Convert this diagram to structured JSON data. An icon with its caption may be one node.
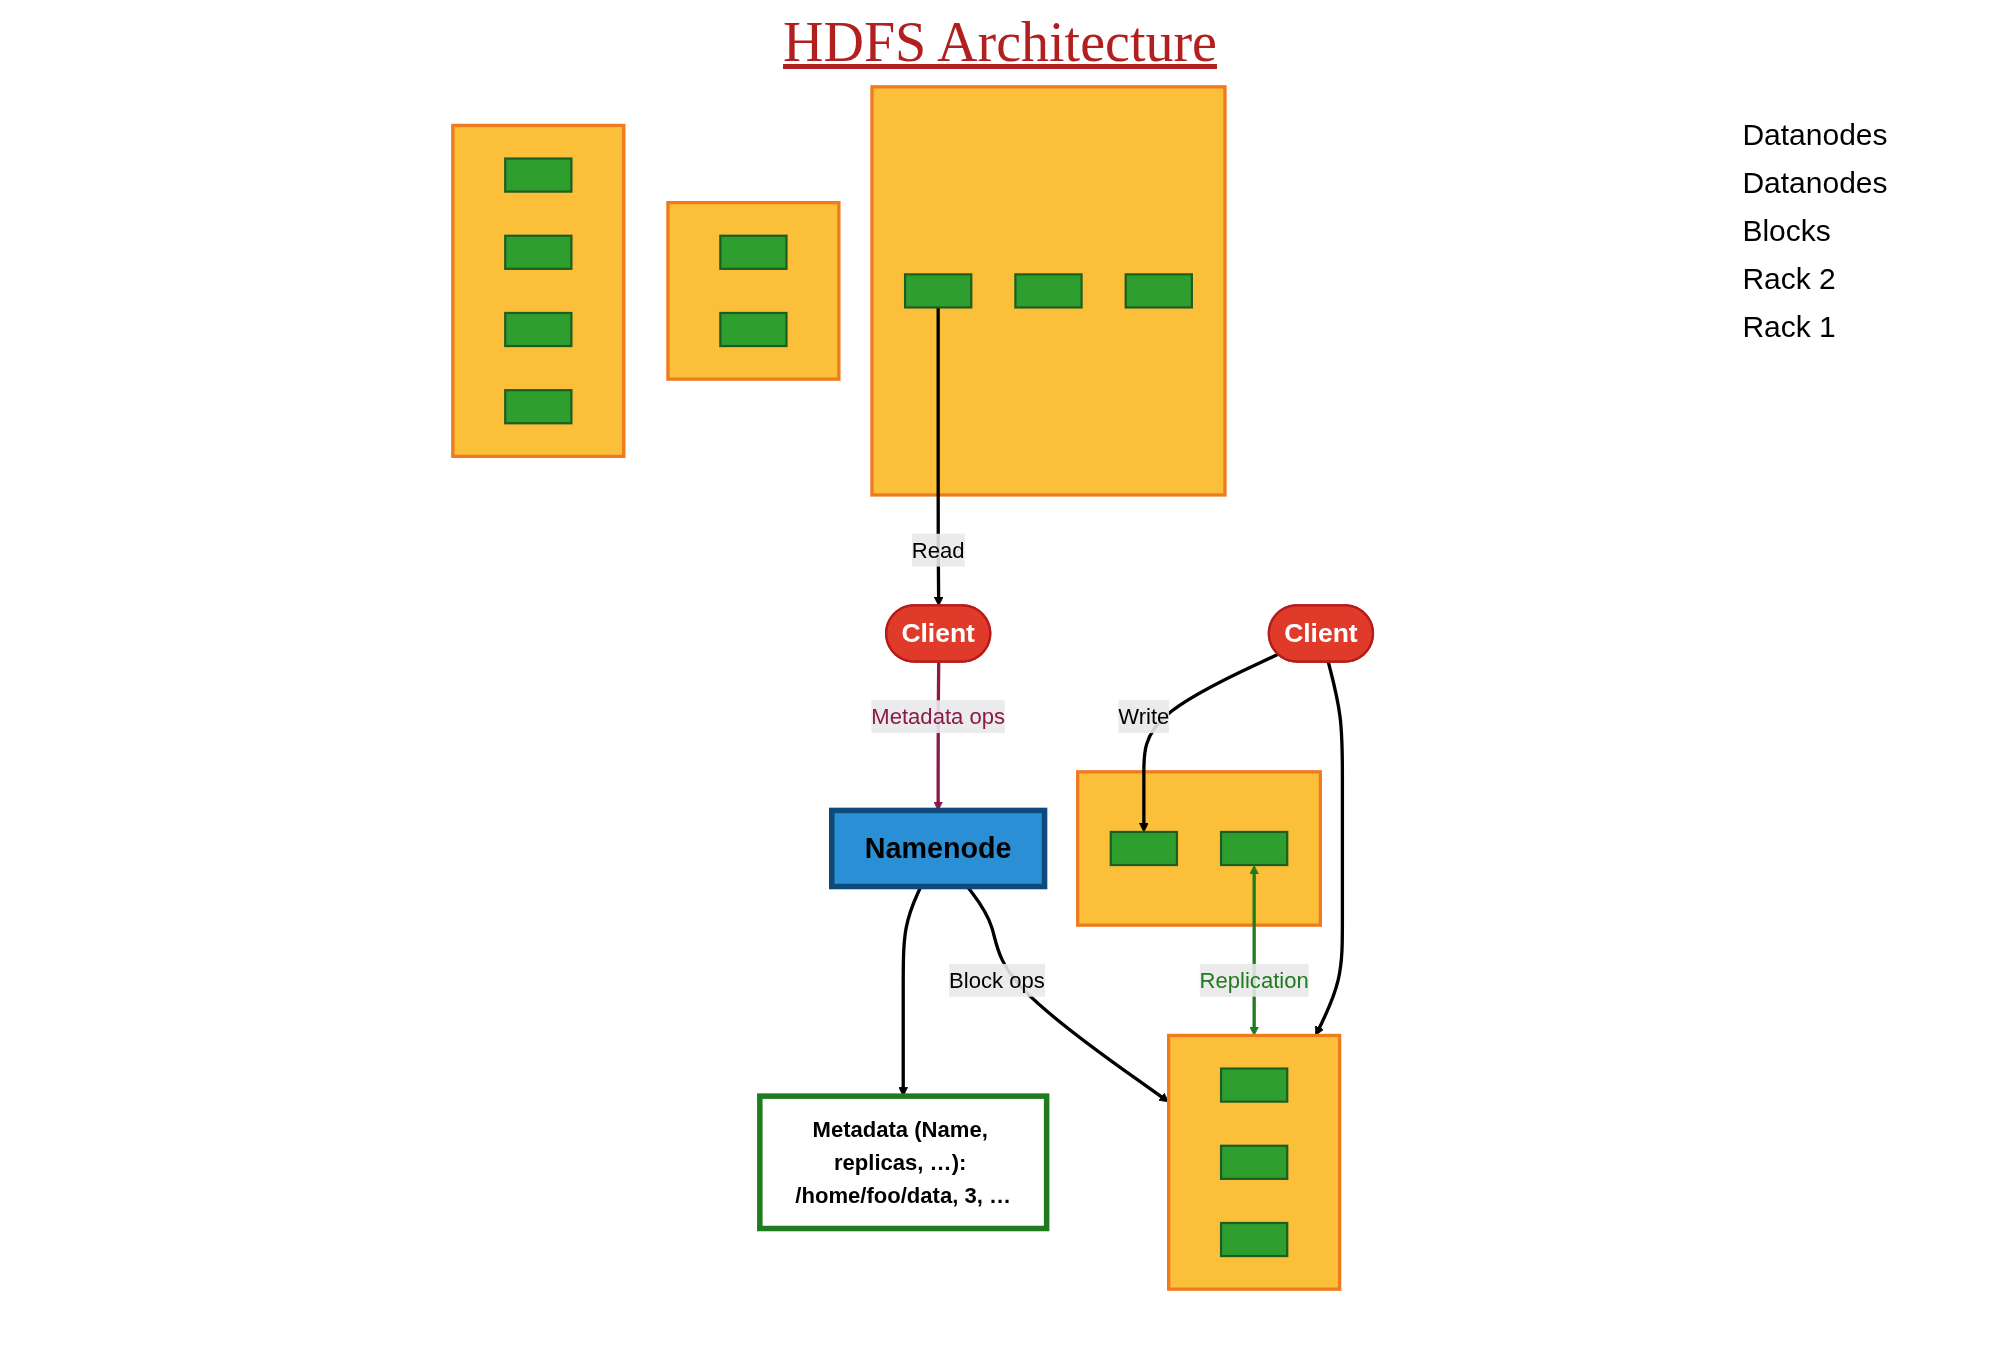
{
  "diagram": {
    "title": "HDFS Architecture",
    "nodes": [
      {
        "text": [
          "Metadata (Name, replicas, …): /home/foo/data, 3, …"
        ]
      },
      {
        "text": [
          "Namenode"
        ]
      },
      {
        "text": [
          "Client"
        ]
      },
      {
        "text": [],
        "shape": "box"
      },
      {
        "text": [],
        "shape": "box",
        "in": 3
      },
      {
        "text": [],
        "shape": "box",
        "in": 3
      },
      {
        "text": [],
        "shape": "box",
        "in": 3
      },
      {
        "text": [],
        "shape": "box"
      },
      {
        "text": [],
        "shape": "box",
        "in": 7
      },
      {
        "text": [],
        "shape": "box",
        "in": 7
      },
      {
        "text": [],
        "shape": "box"
      },
      {
        "text": [],
        "shape": "box",
        "in": 10
      },
      {
        "text": [],
        "shape": "box",
        "in": 10
      },
      {
        "text": [],
        "shape": "box"
      },
      {
        "text": [],
        "shape": "box",
        "in": 13
      },
      {
        "text": [],
        "shape": "box",
        "in": 13
      },
      {
        "text": [],
        "shape": "box",
        "in": 13
      },
      {
        "text": [],
        "shape": "box"
      },
      {
        "text": [],
        "shape": "box",
        "in": 17
      },
      {
        "text": [],
        "shape": "box",
        "in": 17
      },
      {
        "text": [],
        "shape": "box",
        "in": 17
      },
      {
        "text": [],
        "shape": "box",
        "in": 17
      },
      {
        "text": [
          "Client"
        ]
      }
    ],
    "edges": [
      {
        "from": 1,
        "to": 0,
        "arrow": "to"
      },
      {
        "from": 2,
        "to": 1,
        "arrow": "to",
        "label": "Metadata ops",
        "color": "#8b1a4a"
      },
      {
        "from": 1,
        "to": 13,
        "arrow": "to",
        "label": "Block ops"
      },
      {
        "from": 4,
        "to": 2,
        "arrow": "to",
        "label": "Read"
      },
      {
        "from": 12,
        "to": 13,
        "arrow": "both",
        "label": "Replication",
        "color": "#1e7b1e"
      },
      {
        "from": 22,
        "to": 11,
        "arrow": "to",
        "label": "Write"
      },
      {
        "from": 22,
        "to": 13,
        "arrow": "to"
      }
    ],
    "labels": [
      "Datanodes",
      "Datanodes",
      "Blocks",
      "Rack 2",
      "Rack 1"
    ]
  }
}
